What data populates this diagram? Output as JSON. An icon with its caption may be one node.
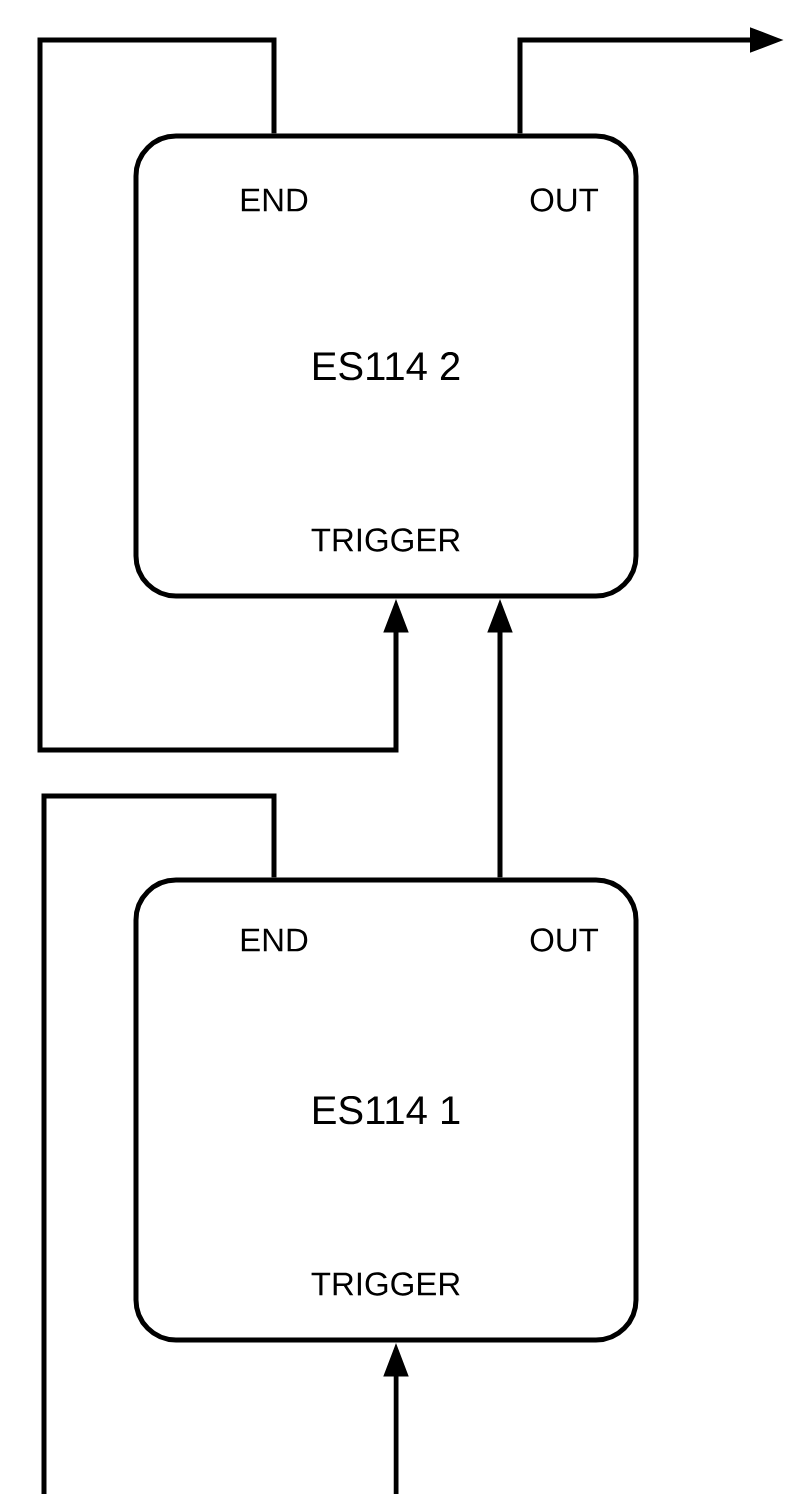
{
  "diagram": {
    "nodes": [
      {
        "text": [
          "ES114 2"
        ]
      },
      {
        "text": [
          "END"
        ],
        "in": 0
      },
      {
        "text": [
          "OUT"
        ],
        "in": 0
      },
      {
        "text": [
          "TRIGGER"
        ],
        "in": 0
      },
      {
        "text": [
          "ES114 1"
        ]
      },
      {
        "text": [
          "END"
        ],
        "in": 4
      },
      {
        "text": [
          "OUT"
        ],
        "in": 4
      },
      {
        "text": [
          "TRIGGER"
        ],
        "in": 4
      }
    ],
    "edges": [
      {
        "from": 1,
        "to": 3,
        "arrow": "to"
      },
      {
        "from": 2,
        "to": null,
        "arrow": "to"
      },
      {
        "from": 6,
        "to": 3,
        "arrow": "to"
      },
      {
        "from": 5,
        "to": null,
        "arrow": "none"
      },
      {
        "from": null,
        "to": 7,
        "arrow": "to"
      }
    ]
  }
}
